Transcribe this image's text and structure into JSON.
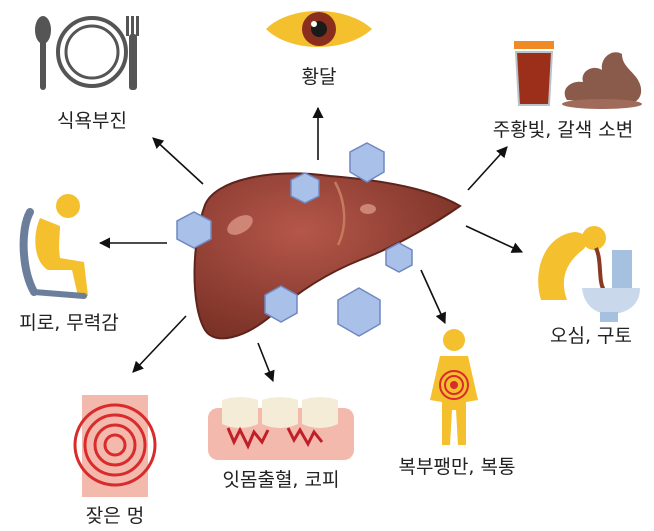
{
  "center": {
    "organ": "liver-illustration",
    "virus_icon": "virus-hexagon-icon"
  },
  "symptoms": [
    {
      "id": "jaundice",
      "label": "황달",
      "icon": "eye-icon"
    },
    {
      "id": "dark-urine",
      "label": "주황빛, 갈색 소변",
      "icon": "urine-cup-and-stool-icon"
    },
    {
      "id": "nausea",
      "label": "오심, 구토",
      "icon": "vomiting-person-icon"
    },
    {
      "id": "bloating",
      "label": "복부팽만, 복통",
      "icon": "abdominal-pain-person-icon"
    },
    {
      "id": "bleeding",
      "label": "잇몸출혈, 코피",
      "icon": "bleeding-gums-icon"
    },
    {
      "id": "bruising",
      "label": "잦은 멍",
      "icon": "bruised-skin-icon"
    },
    {
      "id": "fatigue",
      "label": "피로, 무력감",
      "icon": "tired-person-icon"
    },
    {
      "id": "appetite",
      "label": "식욕부진",
      "icon": "fork-plate-spoon-icon"
    }
  ],
  "colors": {
    "liver": "#8b3b2e",
    "liver_dark": "#6b2a20",
    "figure": "#f4c02e",
    "arrow": "#111111",
    "virus": "#9fb6e0"
  }
}
